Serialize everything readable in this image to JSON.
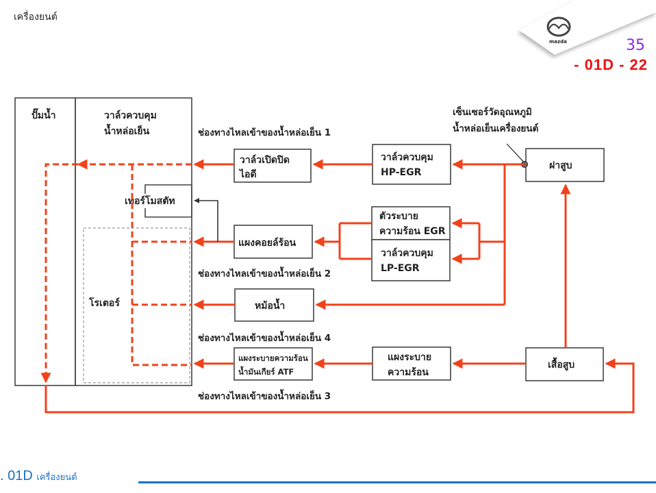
{
  "header": {
    "title": "เครื่องยนต์",
    "brand": "mazda",
    "page_number": "35",
    "section_code": "- 01D - 22"
  },
  "footer": {
    "code": ". 01D",
    "title": "เครื่องยนต์"
  },
  "diagram": {
    "colors": {
      "flow": "#f0421b",
      "box_border": "#444444",
      "dashed_region": "#999999",
      "footer_accent": "#1a6fc9",
      "section_code": "#ee1111",
      "page_number": "#8a2be2"
    },
    "components": {
      "water_pump": "ปั๊มน้ำ",
      "coolant_control_valve_line1": "วาล์วควบคุม",
      "coolant_control_valve_line2": "น้ำหล่อเย็น",
      "thermostat": "เทอร์โมสตัท",
      "rotor": "โรเตอร์",
      "idle_valve_line1": "วาล์วเปิดปิด",
      "idle_valve_line2": "ไอดี",
      "hp_egr_valve_line1": "วาล์วควบคุม",
      "hp_egr_valve_line2": "HP-EGR",
      "cylinder_head": "ฝาสูบ",
      "egr_cooler_line1": "ตัวระบาย",
      "egr_cooler_line2": "ความร้อน EGR",
      "lp_egr_valve_line1": "วาล์วควบคุม",
      "lp_egr_valve_line2": "LP-EGR",
      "heater_core": "แผงคอยล์ร้อน",
      "radiator": "หม้อน้ำ",
      "atf_cooler_line1": "แผงระบายความร้อน",
      "atf_cooler_line2": "น้ำมันเกียร์ ATF",
      "heat_exchanger_line1": "แผงระบาย",
      "heat_exchanger_line2": "ความร้อน",
      "cylinder_block": "เสื้อสูบ"
    },
    "labels": {
      "sensor_line1": "เซ็นเซอร์วัดอุณหภูมิ",
      "sensor_line2": "น้ำหล่อเย็นเครื่องยนต์",
      "inlet_1": "ช่องทางไหลเข้าของน้ำหล่อเย็น 1",
      "inlet_2": "ช่องทางไหลเข้าของน้ำหล่อเย็น 2",
      "inlet_3": "ช่องทางไหลเข้าของน้ำหล่อเย็น 3",
      "inlet_4": "ช่องทางไหลเข้าของน้ำหล่อเย็น 4"
    }
  }
}
